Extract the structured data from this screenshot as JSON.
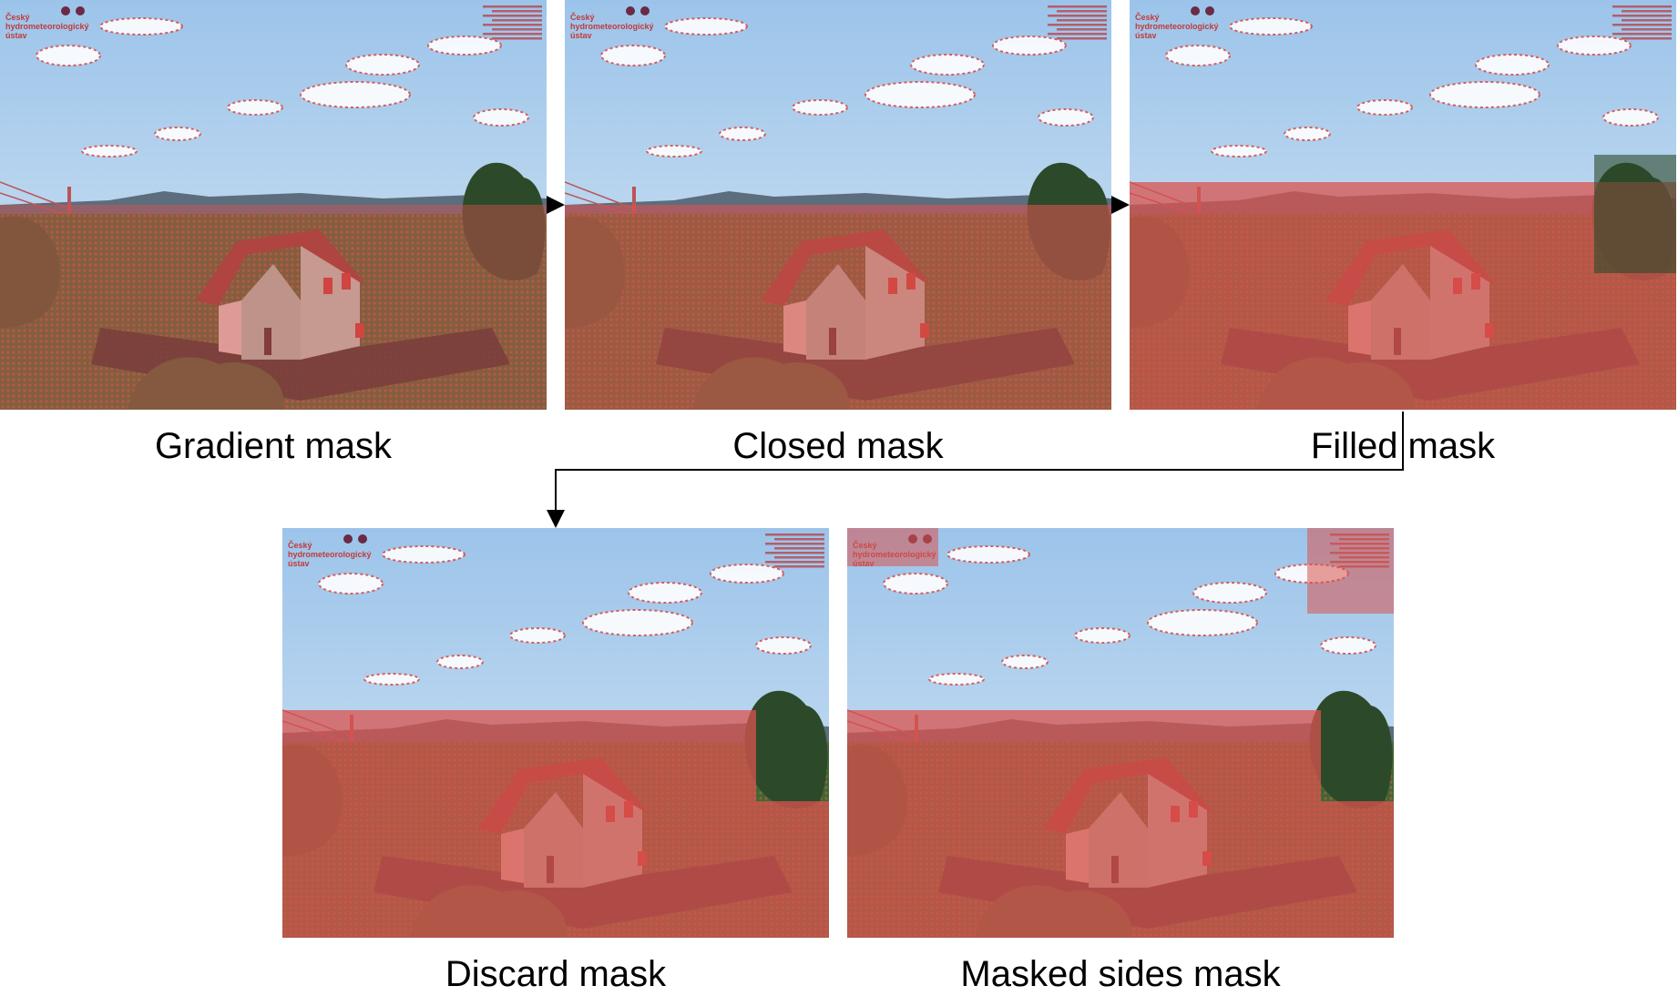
{
  "figure": {
    "panels": [
      {
        "id": "p1",
        "caption": "Gradient mask",
        "overlay_style": "gradient"
      },
      {
        "id": "p2",
        "caption": "Closed mask",
        "overlay_style": "closed"
      },
      {
        "id": "p3",
        "caption": "Filled mask",
        "overlay_style": "filled"
      },
      {
        "id": "p4",
        "caption": "Discard mask",
        "overlay_style": "discard"
      },
      {
        "id": "p5",
        "caption": "Masked sides mask",
        "overlay_style": "masked-sides"
      }
    ],
    "watermark": {
      "logo_line1": "Český",
      "logo_line2": "hydrometeorologický",
      "logo_line3": "ústav"
    },
    "colors": {
      "mask_red": "#d9534f",
      "sky_top": "#9cc4ea",
      "sky_bottom": "#d7e7f4",
      "arrow": "#000000"
    }
  }
}
